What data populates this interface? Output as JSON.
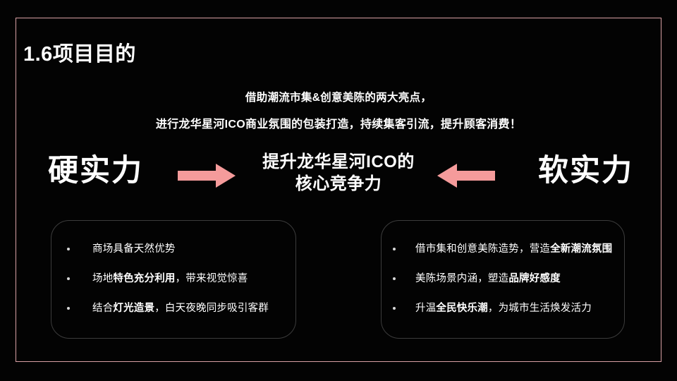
{
  "slide": {
    "background_color": "#030303",
    "frame_color": "#d9a0a4",
    "accent_color": "#f59b9b",
    "title": "1.6项目目的"
  },
  "subtitle": {
    "line1": "借助潮流市集&创意美陈的两大亮点，",
    "line2": "进行龙华星河ICO商业氛围的包装打造，持续集客引流，提升顾客消费！"
  },
  "band": {
    "left_label": "硬实力",
    "right_label": "软实力",
    "center_line1": "提升龙华星河ICO的",
    "center_line2": "核心竞争力",
    "arrow_right_icon": "arrow-right-icon",
    "arrow_left_icon": "arrow-left-icon"
  },
  "panels": {
    "left": {
      "bullets": [
        {
          "plain1": "商场具备天然优势",
          "bold": "",
          "plain2": ""
        },
        {
          "plain1": "场地",
          "bold": "特色充分利用",
          "plain2": "，带来视觉惊喜"
        },
        {
          "plain1": "结合",
          "bold": "灯光造景",
          "plain2": "，白天夜晚同步吸引客群"
        }
      ]
    },
    "right": {
      "bullets": [
        {
          "plain1": "借市集和创意美陈造势，营造",
          "bold": "全新潮流氛围",
          "plain2": ""
        },
        {
          "plain1": "美陈场景内涵，塑造",
          "bold": "品牌好感度",
          "plain2": ""
        },
        {
          "plain1": "升温",
          "bold": "全民快乐潮",
          "plain2": "，为城市生活焕发活力"
        }
      ]
    }
  }
}
